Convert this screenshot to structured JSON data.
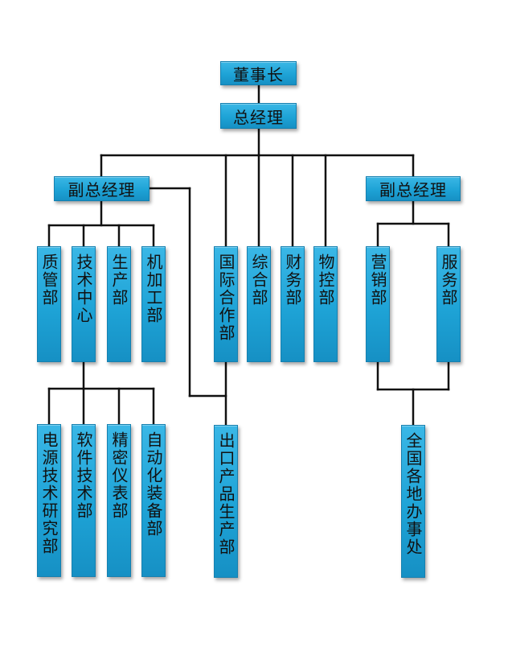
{
  "chairman": "董事长",
  "general_manager": "总经理",
  "vp_left": "副总经理",
  "vp_right": "副总经理",
  "departments": {
    "quality": "质管部",
    "tech_center": "技术中心",
    "production": "生产部",
    "machining": "机加工部",
    "international": "国际合作部",
    "general_affairs": "综合部",
    "finance": "财务部",
    "materials_control": "物控部",
    "marketing": "营销部",
    "service": "服务部"
  },
  "sub_units": {
    "power_tech": "电源技术研究部",
    "software_tech": "软件技术部",
    "precision_instruments": "精密仪表部",
    "automation_equipment": "自动化装备部",
    "export_production": "出口产品生产部",
    "regional_offices": "全国各地办事处"
  }
}
